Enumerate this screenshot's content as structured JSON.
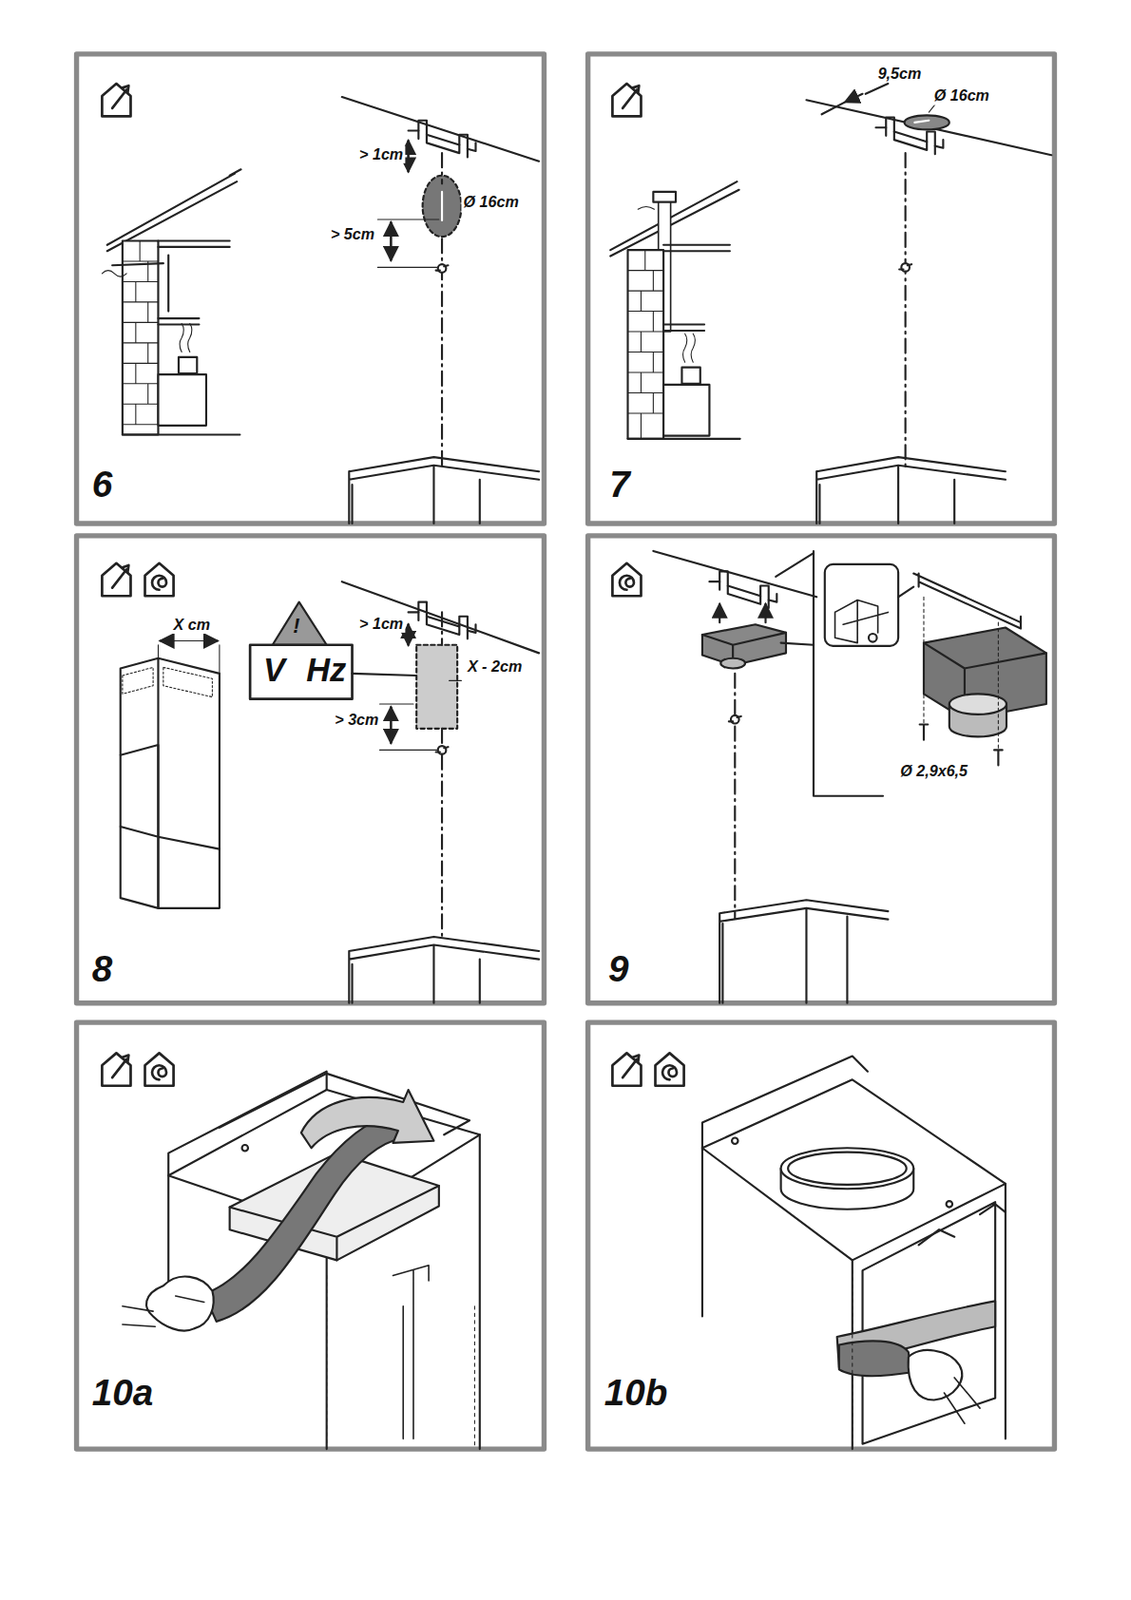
{
  "diagram": {
    "labels": [
      "6",
      "> 1cm",
      "Ø 16cm",
      "> 5cm",
      "7",
      "9,5cm",
      "Ø 16cm",
      "8",
      "X cm",
      "!",
      "V",
      "Hz",
      "> 1cm",
      "X - 2cm",
      "> 3cm",
      "9",
      "Ø 2,9x6,5",
      "10a",
      "10b"
    ]
  }
}
